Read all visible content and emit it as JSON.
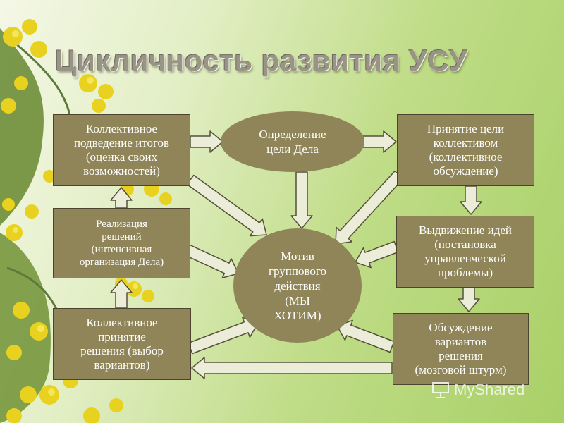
{
  "slide": {
    "title": "Цикличность развития УСУ",
    "nodes": {
      "summary": "Коллективное\nподведение итогов\n(оценка своих\nвозможностей)",
      "goal_definition": "Определение\nцели Дела",
      "goal_acceptance": "Принятие цели\nколлективом\n(коллективное\nобсуждение)",
      "ideas": "Выдвижение идей\n(постановка\nуправленческой\nпроблемы)",
      "discussion": "Обсуждение\nвариантов\nрешения\n(мозговой штурм)",
      "decision": "Коллективное\nпринятие\nрешения (выбор\nвариантов)",
      "implementation": "Реализация\nрешений\n(интенсивная\nорганизация  Дела)",
      "motive": "Мотив\nгруппового\nдействия\n(МЫ\nХОТИМ)"
    },
    "edges": [
      {
        "from": "summary",
        "to": "goal_definition"
      },
      {
        "from": "goal_definition",
        "to": "goal_acceptance"
      },
      {
        "from": "goal_acceptance",
        "to": "ideas"
      },
      {
        "from": "ideas",
        "to": "discussion"
      },
      {
        "from": "discussion",
        "to": "decision"
      },
      {
        "from": "decision",
        "to": "implementation"
      },
      {
        "from": "implementation",
        "to": "summary"
      },
      {
        "from": "summary",
        "to": "motive"
      },
      {
        "from": "goal_definition",
        "to": "motive"
      },
      {
        "from": "goal_acceptance",
        "to": "motive"
      },
      {
        "from": "ideas",
        "to": "motive"
      },
      {
        "from": "discussion",
        "to": "motive"
      },
      {
        "from": "decision",
        "to": "motive"
      },
      {
        "from": "implementation",
        "to": "motive"
      }
    ]
  },
  "watermark": {
    "text": "MyShared",
    "icon": "presentation-board-icon"
  },
  "colors": {
    "box_fill": "#8f8558",
    "arrow_fill": "#ecedd9",
    "title": "#9a9486"
  }
}
